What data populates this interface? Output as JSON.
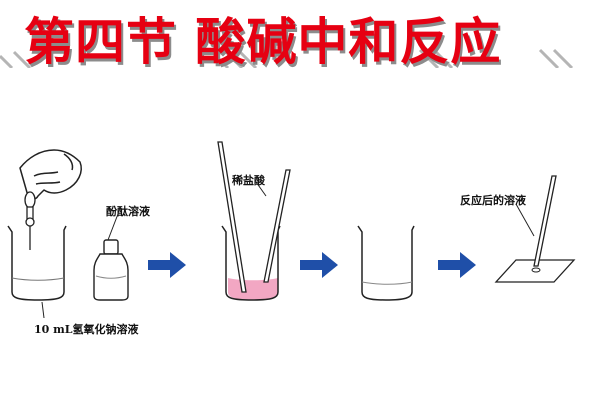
{
  "title": "第四节  酸碱中和反应",
  "labels": {
    "indicator": "酚酞溶液",
    "naoh": "10 mL氢氧化钠溶液",
    "acid": "稀盐酸",
    "result": "反应后的溶液"
  },
  "colors": {
    "title": "#e60012",
    "arrow": "#1f4fa8",
    "pink_solution": "#f2a7c3",
    "glass": "#222222"
  }
}
